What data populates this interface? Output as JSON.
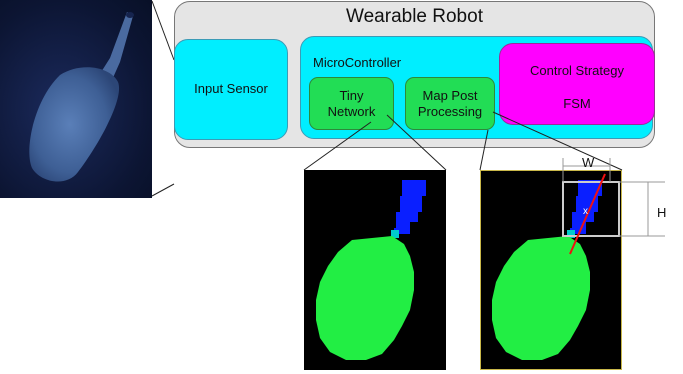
{
  "title": "Wearable Robot",
  "input_sensor": "Input Sensor",
  "microcontroller": "MicroController",
  "tiny_network": [
    "Tiny",
    "Network"
  ],
  "map_post_processing": [
    "Map Post",
    "Processing"
  ],
  "control_strategy": "Control Strategy",
  "fsm": "FSM",
  "width_label": "W",
  "height_label": "H",
  "center_mark": "x",
  "colors": {
    "sensor_box": "#00eeff",
    "microcontroller_box": "#00eeff",
    "network_box": "#22dd55",
    "control_box": "#ff00ff",
    "mask_body": "#22ee44",
    "mask_handle": "#0a1fff",
    "axis_line": "#ee1111"
  }
}
